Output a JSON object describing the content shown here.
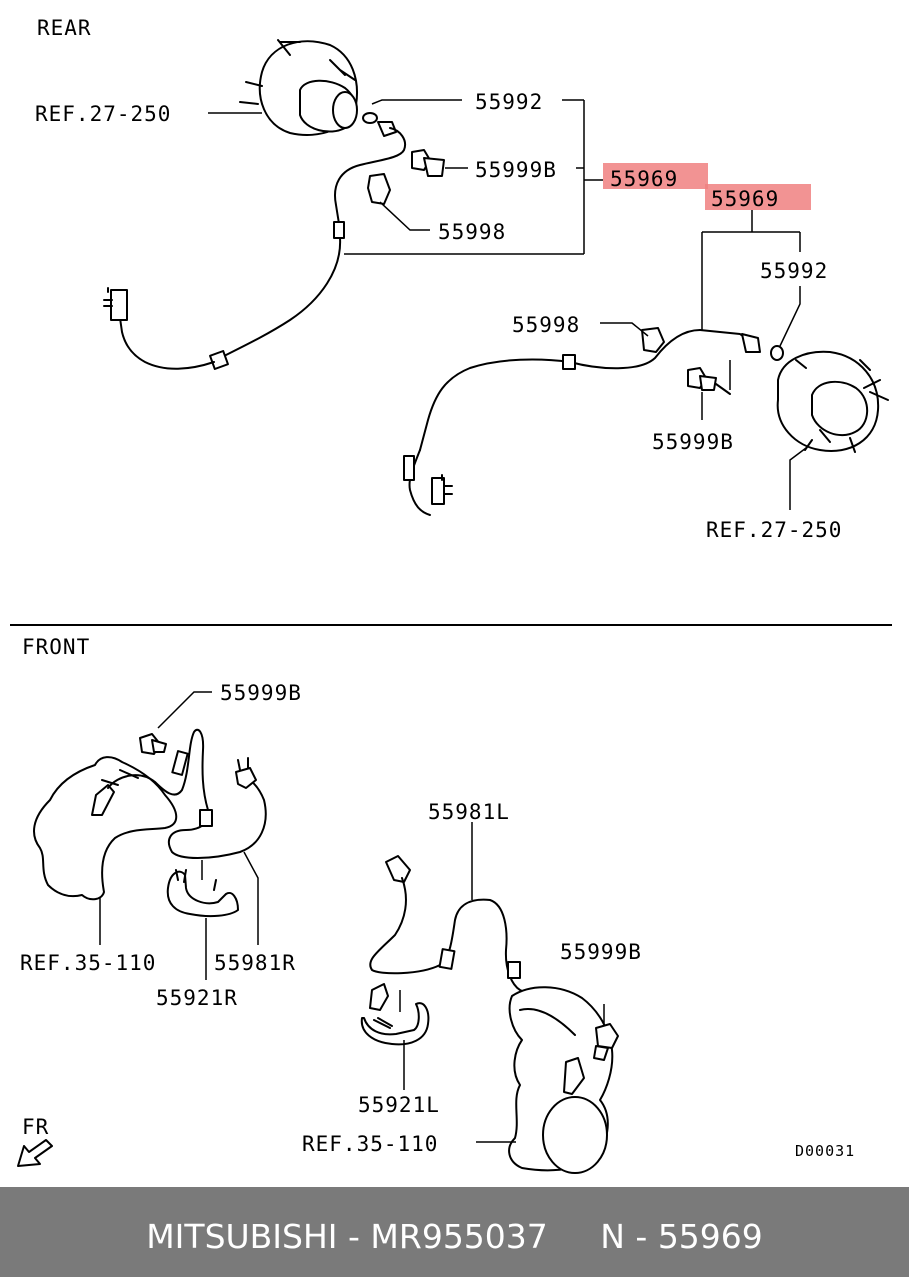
{
  "sections": {
    "rear": "REAR",
    "front": "FRONT"
  },
  "labels": {
    "rear_ref_left": "REF.27-250",
    "rear_55992_left": "55992",
    "rear_55999b_left": "55999B",
    "rear_55969_left": "55969",
    "rear_55998_left": "55998",
    "rear_55969_right": "55969",
    "rear_55992_right": "55992",
    "rear_55998_right": "55998",
    "rear_55999b_right": "55999B",
    "rear_ref_right": "REF.27-250",
    "front_55999b_left": "55999B",
    "front_55981l": "55981L",
    "front_ref_left": "REF.35-110",
    "front_55981r": "55981R",
    "front_55921r": "55921R",
    "front_55999b_right": "55999B",
    "front_55921l": "55921L",
    "front_ref_right": "REF.35-110",
    "fr": "FR",
    "diagram_code": "D00031"
  },
  "highlight_color": "#f08080",
  "footer": {
    "text": "MITSUBISHI - MR955037     N - 55969",
    "background": "#7a7a7a"
  }
}
